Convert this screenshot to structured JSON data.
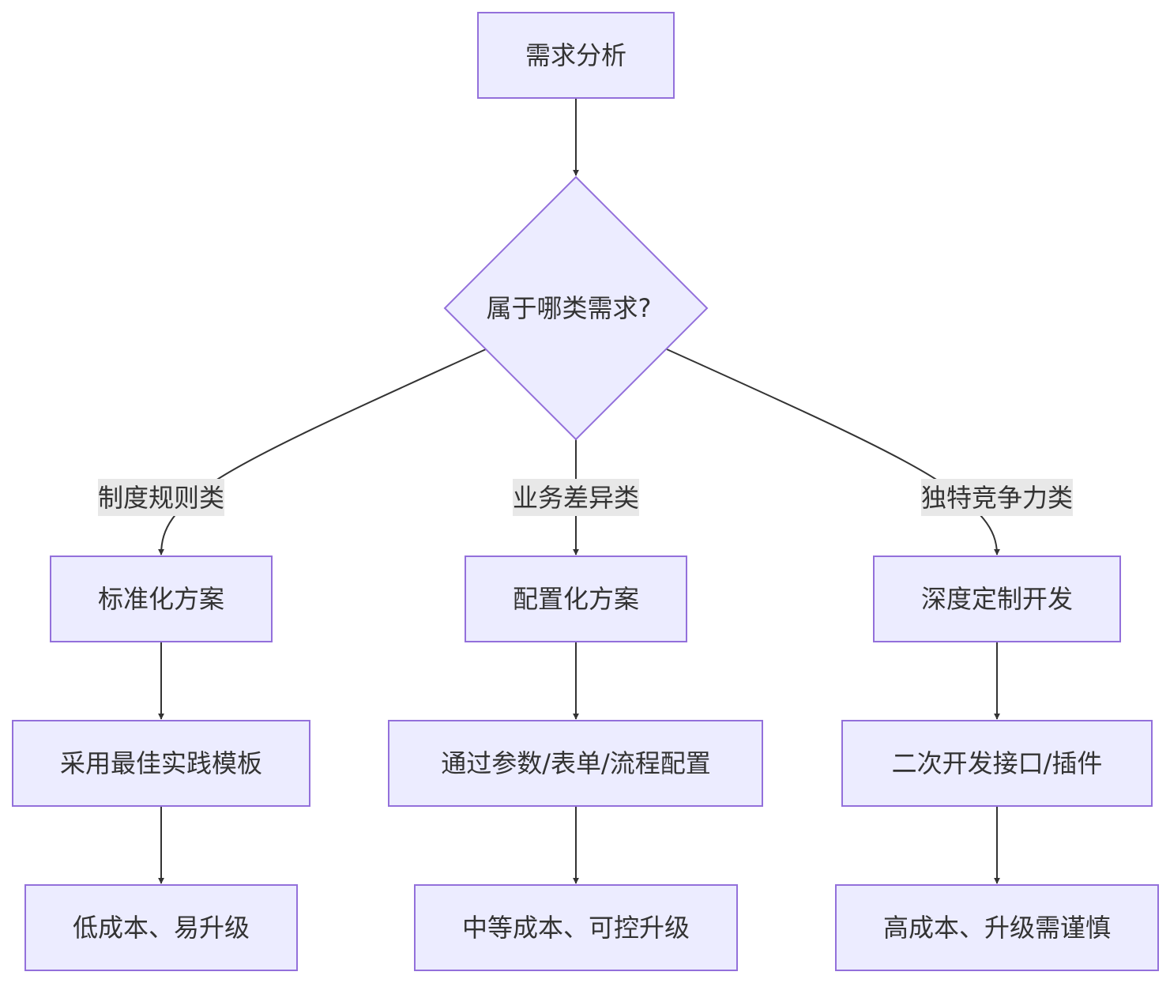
{
  "diagram": {
    "nodes": {
      "analysis": "需求分析",
      "decision": "属于哪类需求?",
      "standard": "标准化方案",
      "template": "采用最佳实践模板",
      "low_cost": "低成本、易升级",
      "config": "配置化方案",
      "params": "通过参数/表单/流程配置",
      "mid_cost": "中等成本、可控升级",
      "custom": "深度定制开发",
      "plugin": "二次开发接口/插件",
      "high_cost": "高成本、升级需谨慎"
    },
    "edge_labels": {
      "rules": "制度规则类",
      "business": "业务差异类",
      "unique": "独特竞争力类"
    },
    "colors": {
      "node_fill": "#ECECFF",
      "node_stroke": "#9370DB",
      "edge": "#333333",
      "label_bg": "#E8E8E8",
      "text": "#333333"
    }
  }
}
